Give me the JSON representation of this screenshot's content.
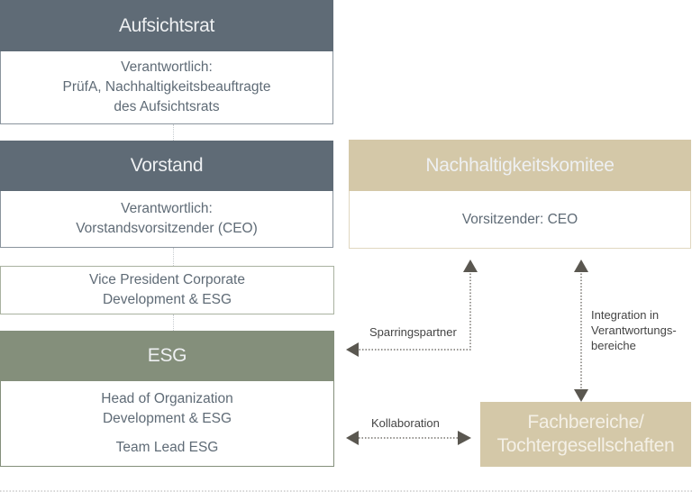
{
  "aufsichtsrat": {
    "title": "Aufsichtsrat",
    "lines": [
      "Verantwortlich:",
      "PrüfA, Nachhaltigkeitsbeauftragte",
      "des Aufsichtsrats"
    ]
  },
  "vorstand": {
    "title": "Vorstand",
    "lines": [
      "Verantwortlich:",
      "Vorstandsvorsitzender (CEO)"
    ]
  },
  "vp": {
    "lines": [
      "Vice President Corporate",
      "Development & ESG"
    ]
  },
  "esg": {
    "title": "ESG",
    "lines": [
      "Head of Organization",
      "Development & ESG"
    ],
    "extra": "Team Lead ESG"
  },
  "komitee": {
    "title": "Nachhaltigkeitskomitee",
    "line": "Vorsitzender: CEO"
  },
  "fachbereiche": {
    "lines": [
      "Fachbereiche/",
      "Tochtergesellschaften"
    ]
  },
  "connectors": {
    "sparring": "Sparringspartner",
    "integration": [
      "Integration in",
      "Verantwortungs-",
      "bereiche"
    ],
    "kollaboration": "Kollaboration"
  },
  "colors": {
    "slate": "#5f6b76",
    "olive": "#848f7b",
    "sand": "#d4c8a8",
    "arrow": "#5a5750"
  }
}
